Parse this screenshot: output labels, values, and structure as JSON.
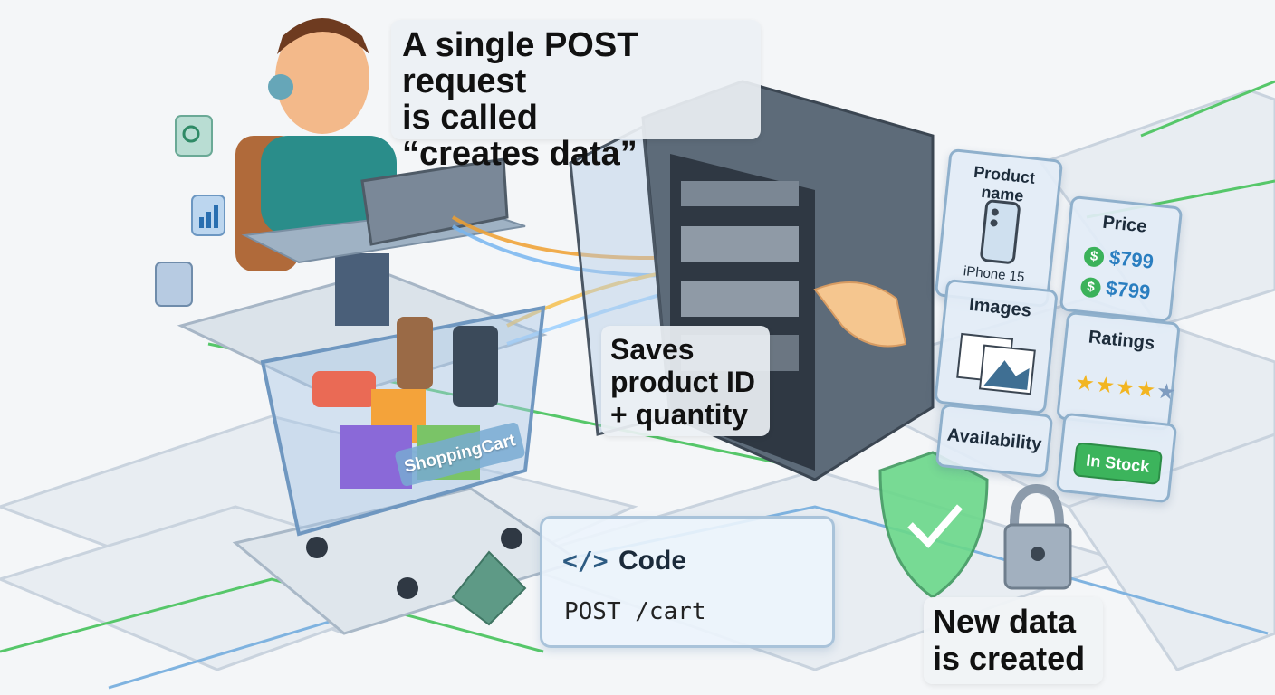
{
  "callouts": {
    "headline": [
      "A single POST request",
      "is called",
      "“creates data”"
    ],
    "saves": [
      "Saves",
      "product ID",
      "+ quantity"
    ],
    "new_data": [
      "New data",
      "is created"
    ]
  },
  "code_panel": {
    "icon": "</>",
    "title": "Code",
    "line": "POST /cart"
  },
  "cart_label": "ShoppingCart",
  "cards": {
    "product": {
      "title": "Product name",
      "value": "iPhone 15"
    },
    "price": {
      "title": "Price",
      "values": [
        "$799",
        "$799"
      ],
      "icon": "$"
    },
    "images": {
      "title": "Images"
    },
    "ratings": {
      "title": "Ratings",
      "stars_filled": 4,
      "stars_total": 5
    },
    "availability": {
      "title": "Availability"
    },
    "stock": {
      "badge": "In Stock"
    }
  },
  "colors": {
    "accent_green": "#3cb45c",
    "accent_blue": "#2a7ec0",
    "card_border": "#8fb0cc",
    "floor": "#e6ebf0"
  }
}
